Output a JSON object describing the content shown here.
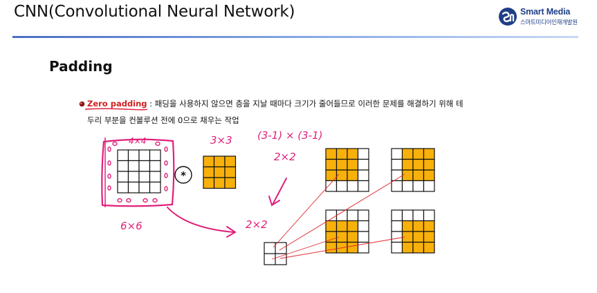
{
  "header": {
    "title": "CNN(Convolutional Neural Network)",
    "logo_name": "Smart Media",
    "logo_sub": "스마트미디어인재개발원",
    "accent_color": "#1f3f86"
  },
  "section": {
    "title": "Padding"
  },
  "content": {
    "term": "Zero padding",
    "line1_rest": " : 패딩을 사용하지 않으면 층을 지날 때마다 크기가 줄어들므로 이러한 문제를 해결하기 위해 테",
    "line2": "두리 부분을 컨볼루션 전에 0으로 채우는 작업"
  },
  "diagram": {
    "operator": "*",
    "input_size": [
      4,
      4
    ],
    "filter_size": [
      3,
      3
    ],
    "output_size": [
      2,
      2
    ],
    "fill_color": "#f7b10a",
    "annotation_color": "#e01f7a"
  },
  "handwriting": {
    "padded_top": "4×4",
    "filter_label": "3×3",
    "formula": "(3-1) × (3-1)",
    "output_label": "2×2",
    "padded_size": "6×6",
    "output_label2": "2×2"
  }
}
